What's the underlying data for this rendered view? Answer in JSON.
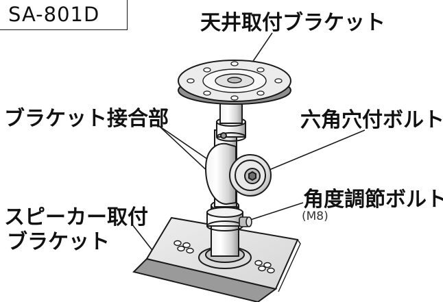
{
  "model": "SA-801D",
  "labels": {
    "ceiling_bracket": "天井取付ブラケット",
    "joint": "ブラケット接合部",
    "hex_bolt": "六角穴付ボルト",
    "angle_bolt": "角度調節ボルト",
    "angle_bolt_size": "(M8)",
    "speaker_bracket_line1": "スピーカー取付",
    "speaker_bracket_line2": "ブラケット"
  },
  "colors": {
    "line": "#1a1a1a",
    "fill": "#e6e6e6",
    "shade": "#b5b5b5",
    "background": "#ffffff"
  }
}
